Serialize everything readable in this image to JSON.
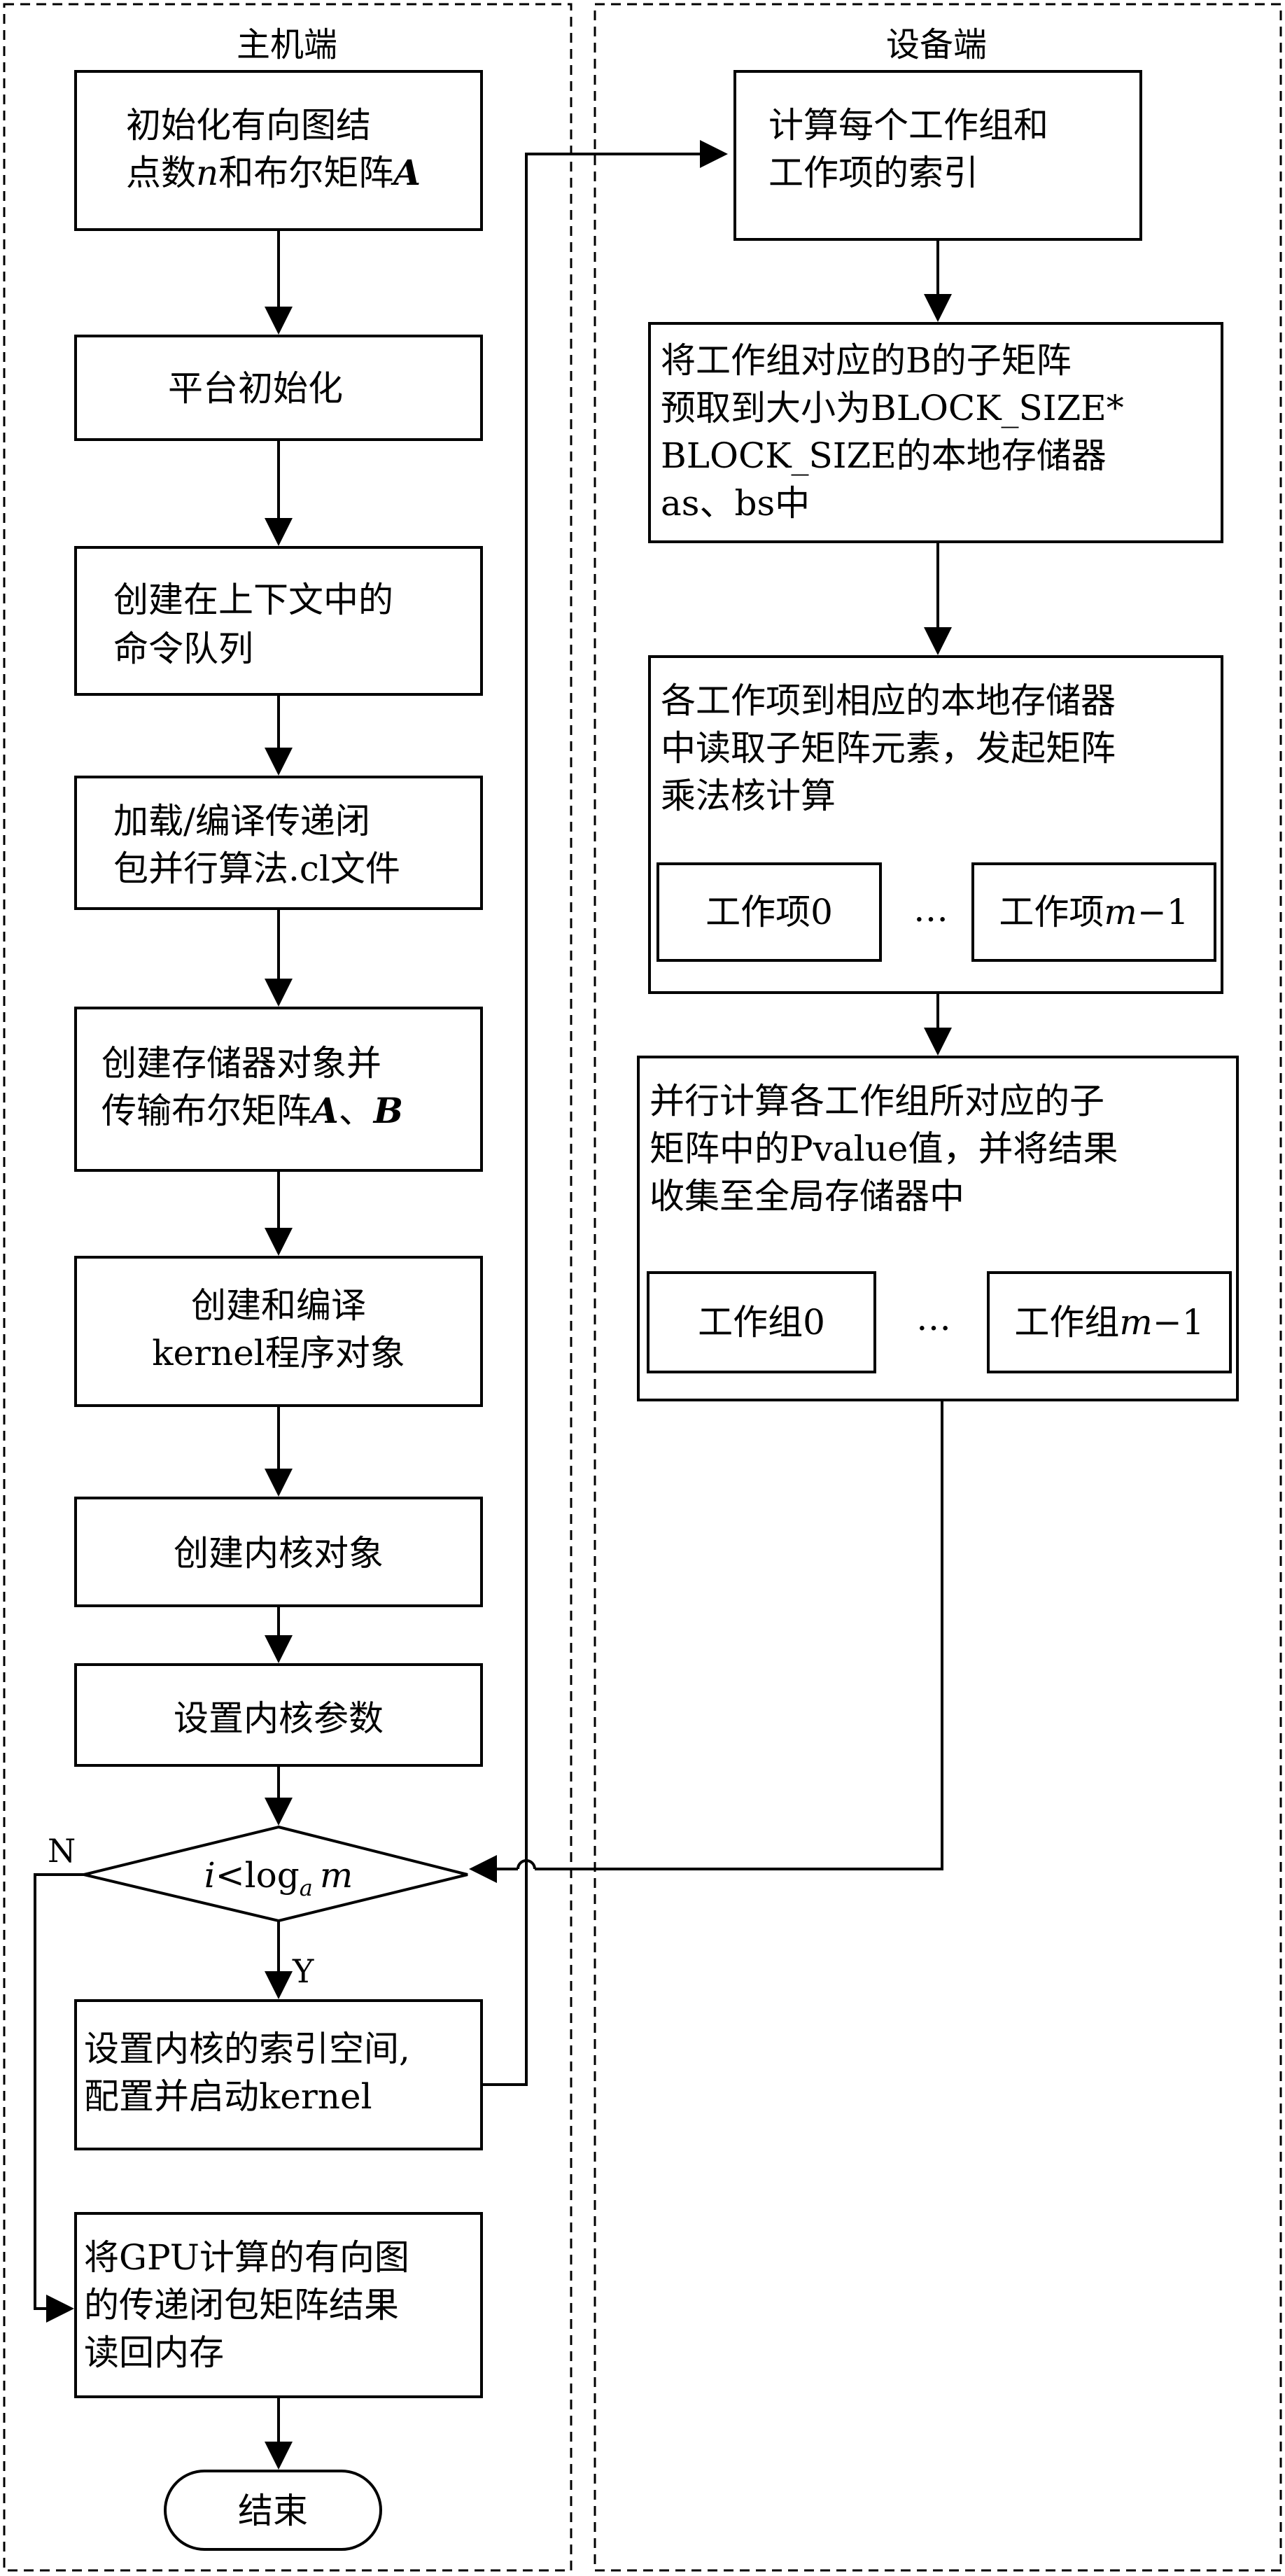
{
  "lanes": {
    "host": "主机端",
    "device": "设备端"
  },
  "host": {
    "step1": {
      "line1": "初始化有向图结",
      "line2_a": "点数",
      "line2_n": "n",
      "line2_b": "和布尔矩阵",
      "line2_A": "A"
    },
    "step2": "平台初始化",
    "step3": {
      "line1": "创建在上下文中的",
      "line2": "命令队列"
    },
    "step4": {
      "line1": "加载/编译传递闭",
      "line2": "包并行算法.cl文件"
    },
    "step5": {
      "line1": "创建存储器对象并",
      "line2_a": "传输布尔矩阵",
      "line2_A": "A",
      "line2_sep": "、",
      "line2_B": "B"
    },
    "step6": {
      "line1": "创建和编译",
      "line2": "kernel程序对象"
    },
    "step7": "创建内核对象",
    "step8": "设置内核参数",
    "decision": {
      "i": "i",
      "lt": "<log",
      "sub": "a",
      "m": "m"
    },
    "yes_label": "Y",
    "no_label": "N",
    "step9": {
      "line1": "设置内核的索引空间,",
      "line2": "配置并启动kernel"
    },
    "step10": {
      "line1": "将GPU计算的有向图",
      "line2": "的传递闭包矩阵结果",
      "line3": "读回内存"
    },
    "end": "结束"
  },
  "device": {
    "step1": {
      "line1": "计算每个工作组和",
      "line2": "工作项的索引"
    },
    "step2": {
      "line1": "将工作组对应的B的子矩阵",
      "line2": "预取到大小为BLOCK_SIZE*",
      "line3": "BLOCK_SIZE的本地存储器",
      "line4": "as、bs中"
    },
    "step3": {
      "line1": "各工作项到相应的本地存储器",
      "line2": "中读取子矩阵元素，发起矩阵",
      "line3": "乘法核计算",
      "item0": "工作项0",
      "ellipsis": "…",
      "itemm_a": "工作项",
      "itemm_m": "m",
      "itemm_b": "−1"
    },
    "step4": {
      "line1": "并行计算各工作组所对应的子",
      "line2": "矩阵中的Pvalue值，并将结果",
      "line3": "收集至全局存储器中",
      "group0": "工作组0",
      "ellipsis": "…",
      "groupm_a": "工作组",
      "groupm_m": "m",
      "groupm_b": "−1"
    }
  }
}
